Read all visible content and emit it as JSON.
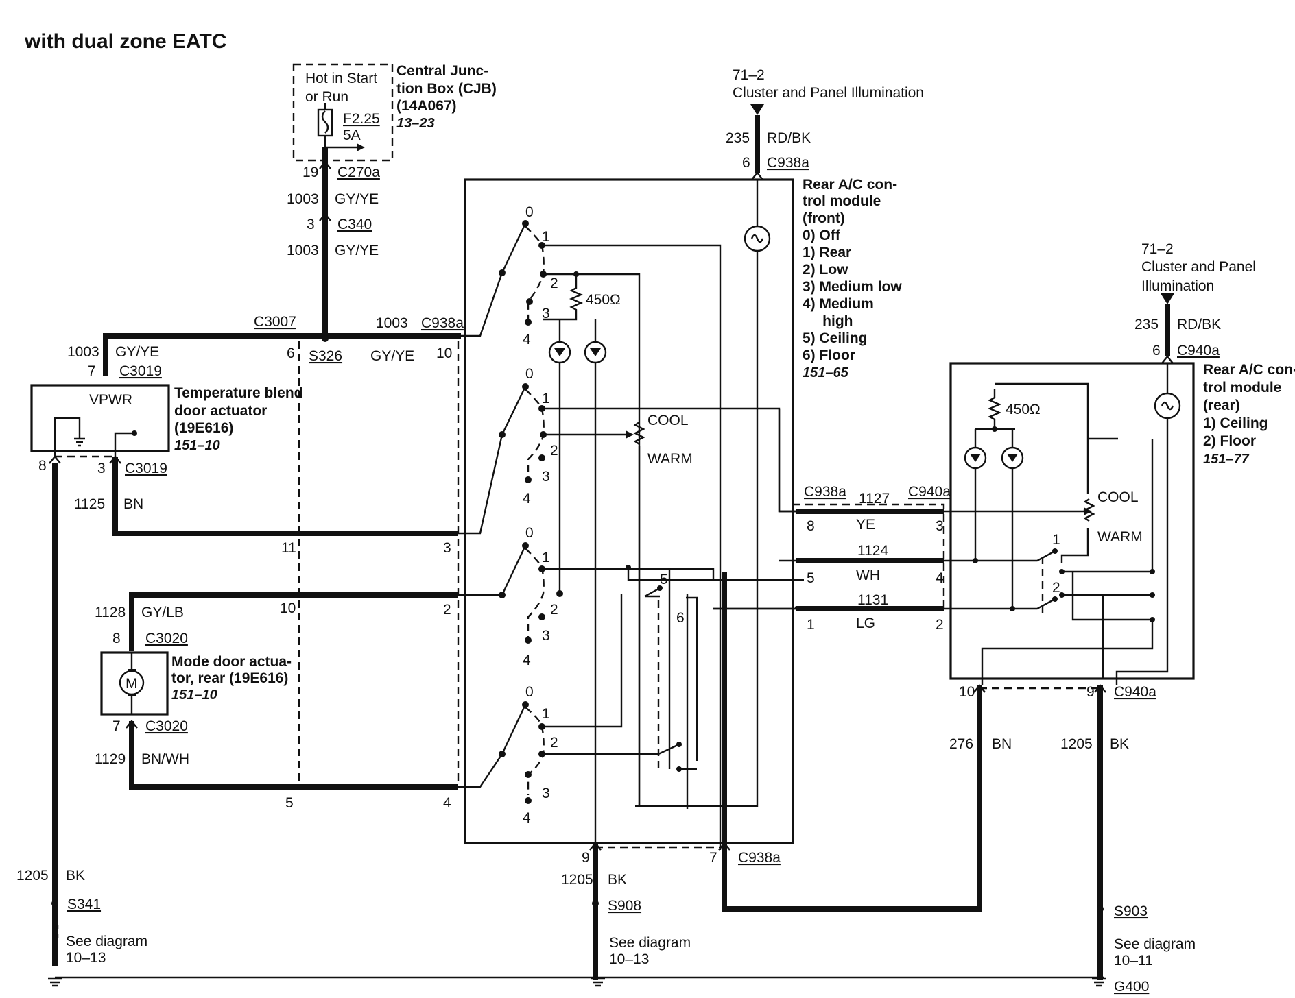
{
  "title": "with dual zone EATC",
  "cjb": {
    "hot_text_1": "Hot in Start",
    "hot_text_2": "or Run",
    "fuse_id": "F2.25",
    "fuse_rating": "5A",
    "name_1": "Central Junc-",
    "name_2": "tion Box (CJB)",
    "name_3": "(14A067)",
    "ref": "13–23"
  },
  "illum_front": {
    "ref": "71–2",
    "name": "Cluster and Panel Illumination"
  },
  "illum_rear": {
    "ref": "71–2",
    "name_1": "Cluster and Panel",
    "name_2": "Illumination"
  },
  "front_module": {
    "name_1": "Rear A/C con-",
    "name_2": "trol module",
    "name_3": "(front)",
    "positions": [
      "0)   Off",
      "1)   Rear",
      "2)   Low",
      "3)   Medium low",
      "4)   Medium",
      "     high",
      "5)   Ceiling",
      "6)   Floor"
    ],
    "ref": "151–65",
    "resistor": "450Ω",
    "cool": "COOL",
    "warm": "WARM",
    "switch_numbers": [
      "0",
      "1",
      "2",
      "3",
      "4"
    ],
    "mode_numbers": [
      "5",
      "6"
    ]
  },
  "rear_module": {
    "name_1": "Rear A/C con-",
    "name_2": "trol module",
    "name_3": "(rear)",
    "positions": [
      "1)   Ceiling",
      "2)   Floor"
    ],
    "ref": "151–77",
    "resistor": "450Ω",
    "cool": "COOL",
    "warm": "WARM",
    "switch_numbers": [
      "1",
      "2"
    ]
  },
  "temp_actuator": {
    "vpwr": "VPWR",
    "name_1": "Temperature blend",
    "name_2": "door actuator",
    "name_3": "(19E616)",
    "ref": "151–10"
  },
  "mode_actuator": {
    "motor": "M",
    "name_1": "Mode door actua-",
    "name_2": "tor, rear (19E616)",
    "ref": "151–10"
  },
  "see_diagram": {
    "left_1": "See diagram",
    "left_2": "10–13",
    "mid_1": "See diagram",
    "mid_2": "10–13",
    "right_1": "See diagram",
    "right_2": "10–11"
  },
  "ground": "G400",
  "wires": {
    "w235_front": "235",
    "rdbk_front": "RD/BK",
    "pin6_front": "6",
    "c938a_top": "C938a",
    "pin19": "19",
    "c270a": "C270a",
    "w1003_a": "1003",
    "gyye_a": "GY/YE",
    "pin3_c340": "3",
    "c340": "C340",
    "w1003_b": "1003",
    "gyye_b": "GY/YE",
    "c3007": "C3007",
    "w1003_c": "1003",
    "c938a_1": "C938a",
    "w1003_d": "1003",
    "gyye_d": "GY/YE",
    "pin7_c3019": "7",
    "c3019_top": "C3019",
    "pin6_s326": "6",
    "s326": "S326",
    "gyye_e": "GY/YE",
    "pin10_a": "10",
    "pin8_left": "8",
    "pin3_c3019": "3",
    "c3019_bot": "C3019",
    "w1125": "1125",
    "bn_1125": "BN",
    "pin11": "11",
    "pin3_b": "3",
    "w1128": "1128",
    "gylb": "GY/LB",
    "pin10_b": "10",
    "pin2_a": "2",
    "pin8_c3020": "8",
    "c3020_top": "C3020",
    "pin7_c3020": "7",
    "c3020_bot": "C3020",
    "w1129": "1129",
    "bnwh": "BN/WH",
    "pin5": "5",
    "pin4": "4",
    "w1205_left": "1205",
    "bk_left": "BK",
    "s341": "S341",
    "pin9_front": "9",
    "pin7_front": "7",
    "c938a_bot": "C938a",
    "w1205_mid": "1205",
    "bk_mid": "BK",
    "s908": "S908",
    "c938a_mid": "C938a",
    "w1127": "1127",
    "c940a_mid": "C940a",
    "pin8_ye": "8",
    "ye": "YE",
    "pin3_ye": "3",
    "w1124": "1124",
    "pin5_wh": "5",
    "wh": "WH",
    "pin4_wh": "4",
    "w1131": "1131",
    "pin1_lg": "1",
    "lg": "LG",
    "pin2_lg": "2",
    "w235_rear": "235",
    "rdbk_rear": "RD/BK",
    "pin6_rear": "6",
    "c940a_top": "C940a",
    "pin10_rear": "10",
    "pin9_rear": "9",
    "c940a_bot": "C940a",
    "w276": "276",
    "bn_276": "BN",
    "w1205_right": "1205",
    "bk_right": "BK",
    "s903": "S903"
  }
}
